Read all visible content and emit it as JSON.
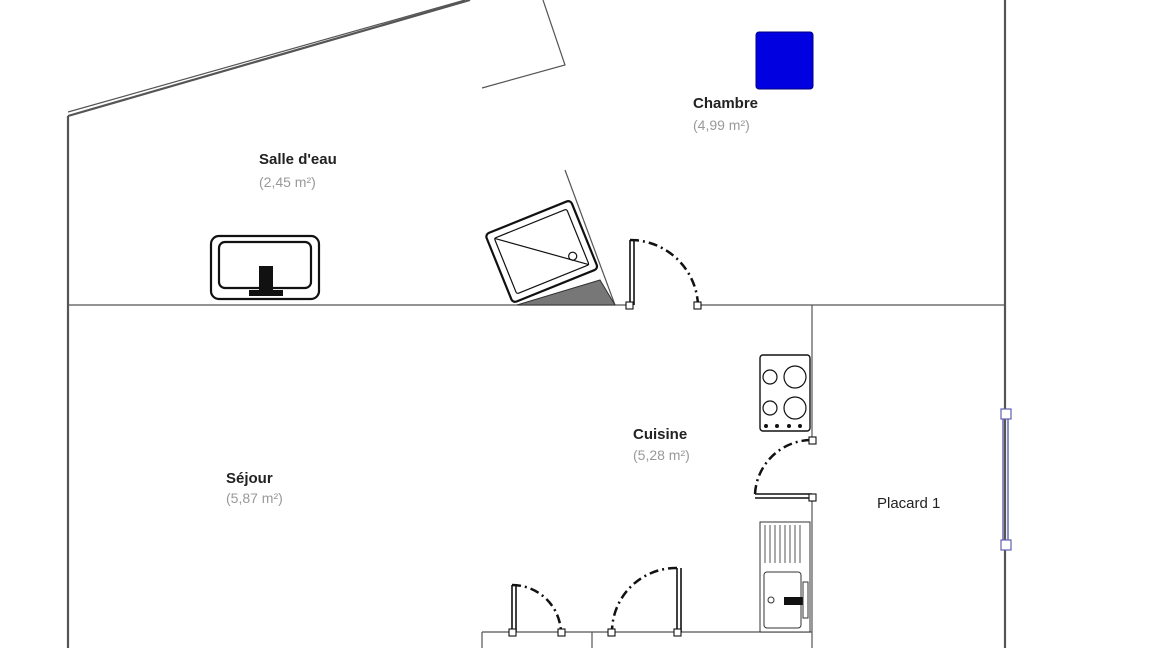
{
  "rooms": [
    {
      "id": "chambre",
      "name": "Chambre",
      "area": "(4,99 m²)"
    },
    {
      "id": "salle-deau",
      "name": "Salle d'eau",
      "area": "(2,45 m²)"
    },
    {
      "id": "cuisine",
      "name": "Cuisine",
      "area": "(5,28 m²)"
    },
    {
      "id": "sejour",
      "name": "Séjour",
      "area": "(5,87 m²)"
    }
  ],
  "closet": {
    "label": "Placard 1"
  },
  "colors": {
    "wall": "#555555",
    "fixture": "#111111",
    "selected_object": "#0000e0",
    "window": "#6060b0",
    "area_text": "#999999"
  },
  "icons": [
    "sink-icon",
    "shower-tray-icon",
    "cooktop-icon",
    "kitchen-sink-icon",
    "door-icon",
    "window-icon"
  ]
}
